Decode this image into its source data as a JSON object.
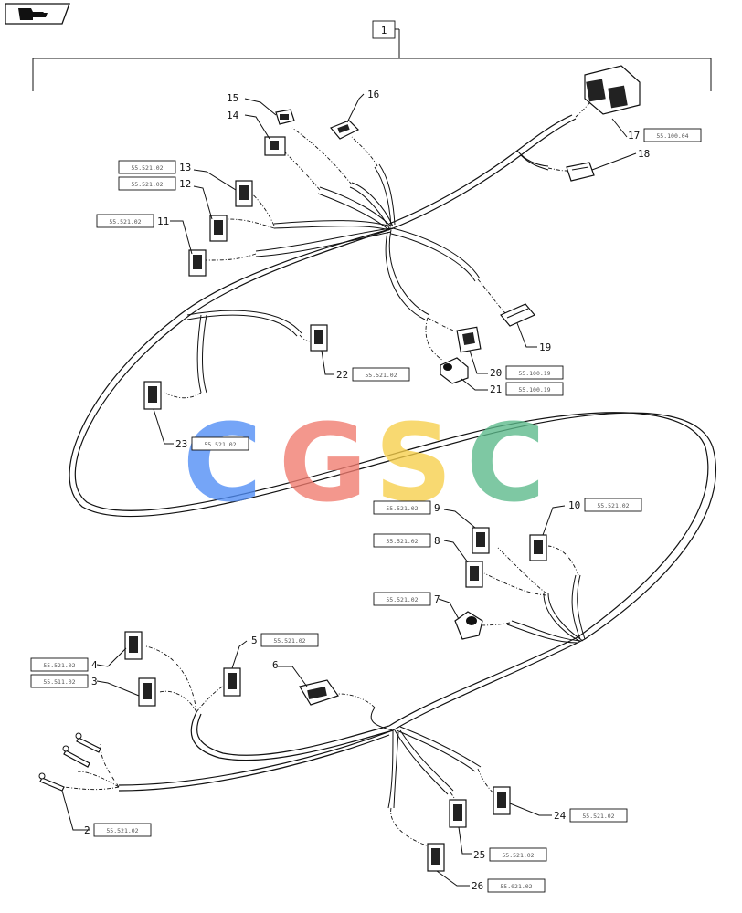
{
  "assembly_label": "1",
  "watermark": {
    "letters": [
      "C",
      "G",
      "S",
      "C"
    ],
    "colors": [
      "#4f8df6",
      "#f07a6e",
      "#f7cf4a",
      "#5bb98a"
    ]
  },
  "callouts": [
    {
      "num": "2",
      "ref": "55.521.02"
    },
    {
      "num": "3",
      "ref": "55.511.02"
    },
    {
      "num": "4",
      "ref": "55.521.02"
    },
    {
      "num": "5",
      "ref": "55.521.02"
    },
    {
      "num": "6",
      "ref": ""
    },
    {
      "num": "7",
      "ref": "55.521.02"
    },
    {
      "num": "8",
      "ref": "55.521.02"
    },
    {
      "num": "9",
      "ref": "55.521.02"
    },
    {
      "num": "10",
      "ref": "55.521.02"
    },
    {
      "num": "11",
      "ref": "55.521.02"
    },
    {
      "num": "12",
      "ref": "55.521.02"
    },
    {
      "num": "13",
      "ref": "55.521.02"
    },
    {
      "num": "14",
      "ref": ""
    },
    {
      "num": "15",
      "ref": ""
    },
    {
      "num": "16",
      "ref": ""
    },
    {
      "num": "17",
      "ref": "55.100.04"
    },
    {
      "num": "18",
      "ref": ""
    },
    {
      "num": "19",
      "ref": ""
    },
    {
      "num": "20",
      "ref": "55.100.19"
    },
    {
      "num": "21",
      "ref": "55.100.19"
    },
    {
      "num": "22",
      "ref": "55.521.02"
    },
    {
      "num": "23",
      "ref": "55.521.02"
    },
    {
      "num": "24",
      "ref": "55.521.02"
    },
    {
      "num": "25",
      "ref": "55.521.02"
    },
    {
      "num": "26",
      "ref": "55.021.02"
    }
  ]
}
